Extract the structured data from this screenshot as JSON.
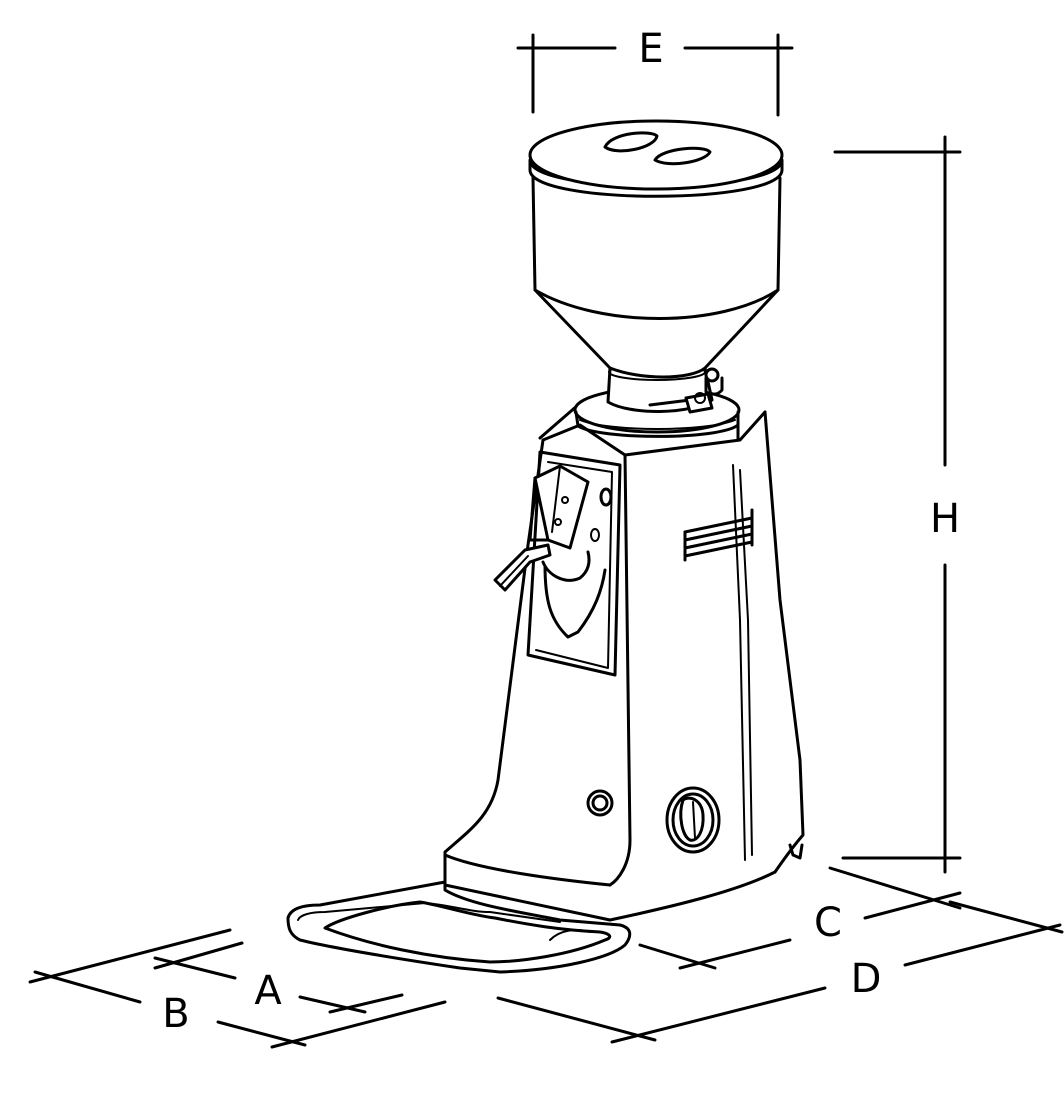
{
  "dimensions": {
    "e": "E",
    "h": "H",
    "c": "C",
    "d": "D",
    "a": "A",
    "b": "B"
  }
}
